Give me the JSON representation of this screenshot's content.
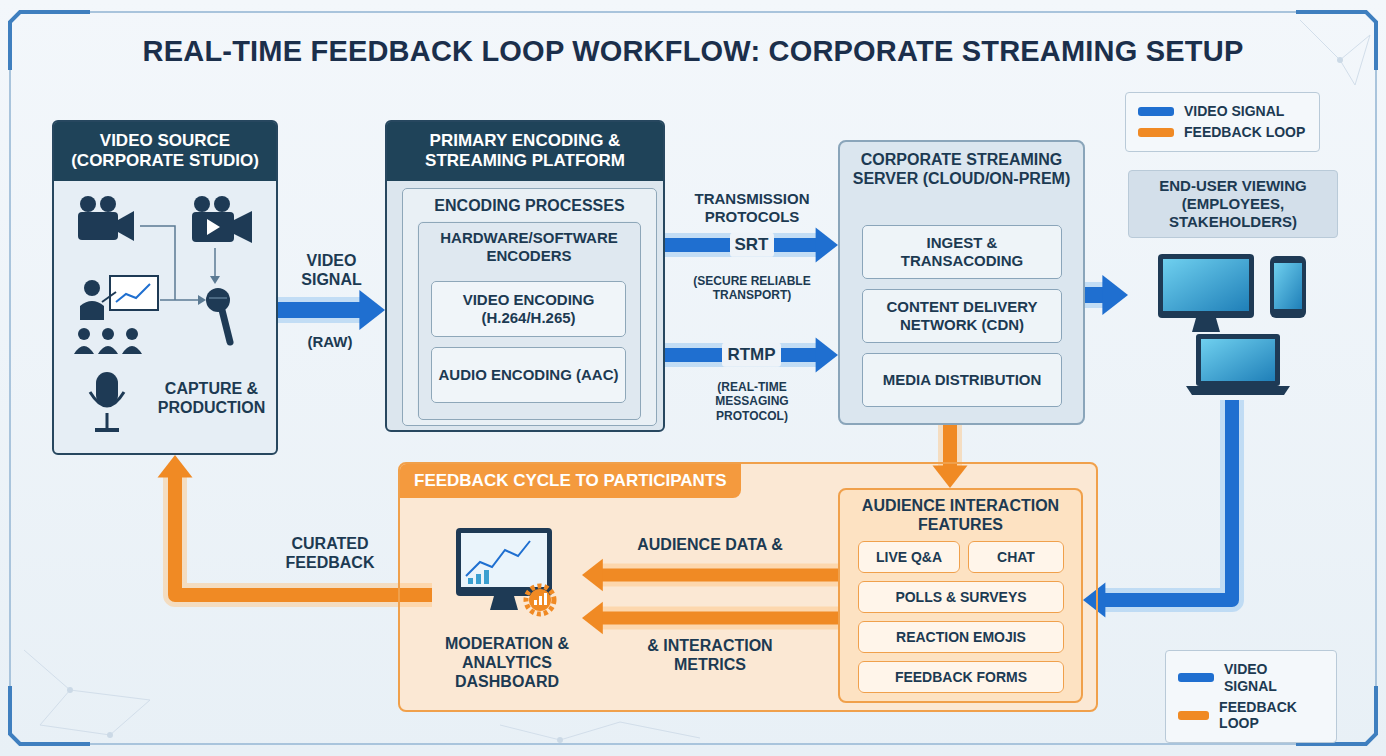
{
  "diagram": {
    "title": "REAL-TIME FEEDBACK LOOP WORKFLOW: CORPORATE STREAMING SETUP",
    "nodes": [
      {
        "text": [
          "VIDEO SOURCE (CORPORATE STUDIO)",
          "CAPTURE & PRODUCTION"
        ]
      },
      {
        "text": [
          "PRIMARY ENCODING & STREAMING PLATFORM"
        ]
      },
      {
        "text": [
          "ENCODING PROCESSES"
        ],
        "in": 1
      },
      {
        "text": [
          "HARDWARE/SOFTWARE ENCODERS"
        ],
        "in": 2
      },
      {
        "text": [
          "VIDEO ENCODING (H.264/H.265)"
        ],
        "in": 3
      },
      {
        "text": [
          "AUDIO ENCODING (AAC)"
        ],
        "in": 3
      },
      {
        "text": [
          "CORPORATE STREAMING SERVER (CLOUD/ON-PREM)"
        ]
      },
      {
        "text": [
          "INGEST & TRANSACODING"
        ],
        "in": 6
      },
      {
        "text": [
          "CONTENT DELIVERY NETWORK (CDN)"
        ],
        "in": 6
      },
      {
        "text": [
          "MEDIA DISTRIBUTION"
        ],
        "in": 6
      },
      {
        "text": [
          "END-USER VIEWING (EMPLOYEES, STAKEHOLDERS)"
        ]
      },
      {
        "text": [
          "FEEDBACK CYCLE TO PARTICIPANTS"
        ]
      },
      {
        "text": [
          "MODERATION & ANALYTICS DASHBOARD"
        ],
        "in": 11
      },
      {
        "text": [
          "AUDIENCE INTERACTION FEATURES"
        ],
        "in": 11
      },
      {
        "text": [
          "LIVE Q&A"
        ],
        "in": 13
      },
      {
        "text": [
          "CHAT"
        ],
        "in": 13
      },
      {
        "text": [
          "POLLS & SURVEYS"
        ],
        "in": 13
      },
      {
        "text": [
          "REACTION EMOJIS"
        ],
        "in": 13
      },
      {
        "text": [
          "FEEDBACK FORMS"
        ],
        "in": 13
      }
    ],
    "edges": [
      {
        "from": 0,
        "to": 1,
        "label": "VIDEO SIGNAL",
        "arrow": "to"
      },
      {
        "from": 1,
        "to": 6,
        "label": "SRT",
        "arrow": "to"
      },
      {
        "from": 1,
        "to": 6,
        "label": "RTMP",
        "arrow": "to"
      },
      {
        "from": 6,
        "to": 10,
        "arrow": "to"
      },
      {
        "from": 6,
        "to": 13,
        "arrow": "to"
      },
      {
        "from": 10,
        "to": 13,
        "arrow": "to"
      },
      {
        "from": 13,
        "to": 12,
        "label": "AUDIENCE DATA &",
        "arrow": "to"
      },
      {
        "from": 13,
        "to": 12,
        "label": "& INTERACTION METRICS",
        "arrow": "to"
      },
      {
        "from": 12,
        "to": 0,
        "label": "CURATED FEEDBACK",
        "arrow": "to"
      }
    ],
    "labels": [
      "TRANSMISSION PROTOCOLS",
      "(RAW)",
      "(SECURE RELIABLE TRANSPORT)",
      "(REAL-TIME MESSAGING PROTOCOL)"
    ],
    "legend": [
      {
        "text": "VIDEO SIGNAL",
        "color": "#1f6fd0"
      },
      {
        "text": "FEEDBACK LOOP",
        "color": "#f08a24"
      },
      {
        "text": "VIDEO SIGNAL",
        "color": "#1f6fd0"
      },
      {
        "text": "FEEDBACK LOOP",
        "color": "#f08a24"
      }
    ]
  }
}
